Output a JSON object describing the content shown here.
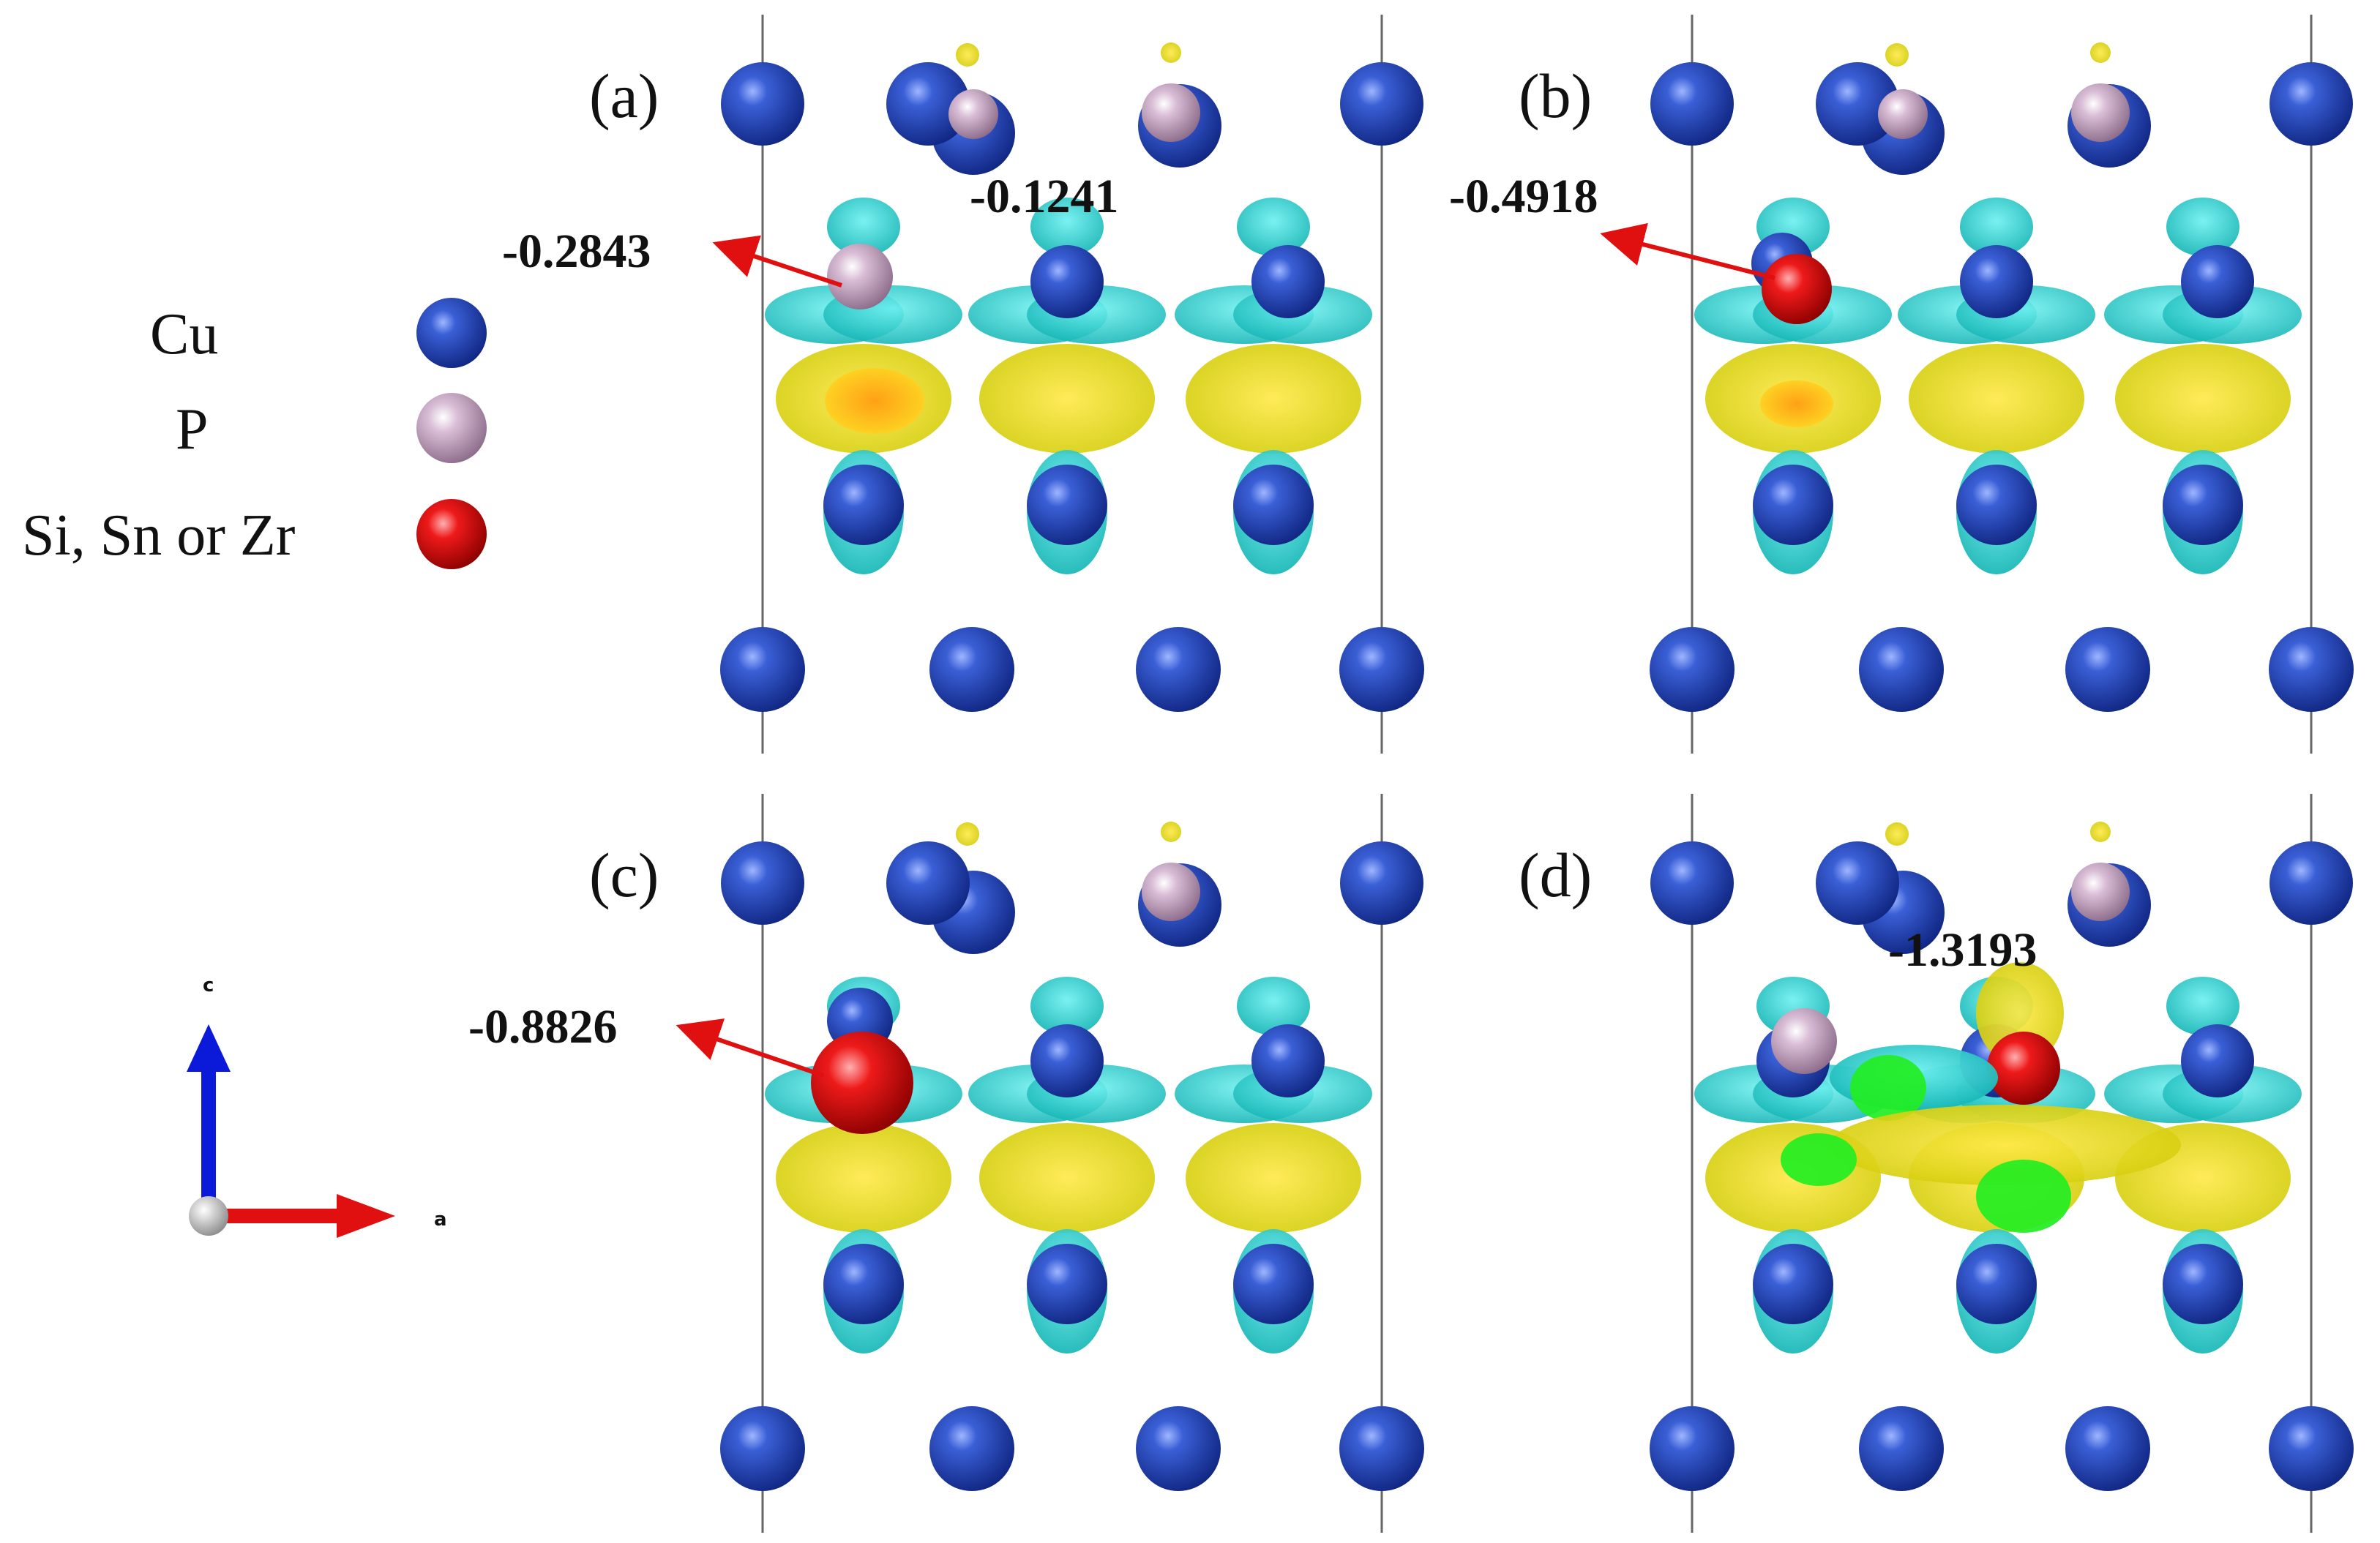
{
  "legend": {
    "items": [
      {
        "label": "Cu",
        "color": "#1f3fb0"
      },
      {
        "label": "P",
        "color": "#c7a6c4"
      },
      {
        "label": "Si, Sn or Zr",
        "color": "#e01010"
      }
    ]
  },
  "axes": {
    "c_label": "c",
    "a_label": "a",
    "c_color": "#0a1ad8",
    "a_color": "#e01010"
  },
  "panels": [
    {
      "label": "(a)",
      "charges": [
        "-0.2843",
        "-0.1241"
      ]
    },
    {
      "label": "(b)",
      "charges": [
        "-0.4918"
      ]
    },
    {
      "label": "(c)",
      "charges": [
        "-0.8826"
      ]
    },
    {
      "label": "(d)",
      "charges": [
        "-1.3193"
      ]
    }
  ],
  "colors": {
    "cu": "#1f3fb0",
    "p": "#c7a6c4",
    "dopant": "#e01010",
    "accumulation": "#f0ea1c",
    "depletion": "#2ad6d6",
    "highlight": "#22ee22",
    "arrow": "#e01010"
  }
}
